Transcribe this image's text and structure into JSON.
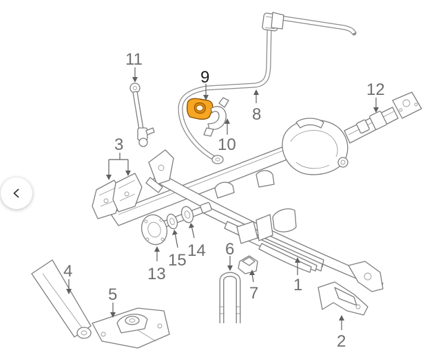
{
  "diagram": {
    "highlighted_part": "9",
    "highlight_color": "#f6a623",
    "callouts": {
      "c1": "1",
      "c2": "2",
      "c3": "3",
      "c4": "4",
      "c5": "5",
      "c6": "6",
      "c7": "7",
      "c8": "8",
      "c9": "9",
      "c10": "10",
      "c11": "11",
      "c12": "12",
      "c13": "13",
      "c14": "14",
      "c15": "15"
    }
  },
  "controls": {
    "back_icon": "chevron-left-icon"
  }
}
